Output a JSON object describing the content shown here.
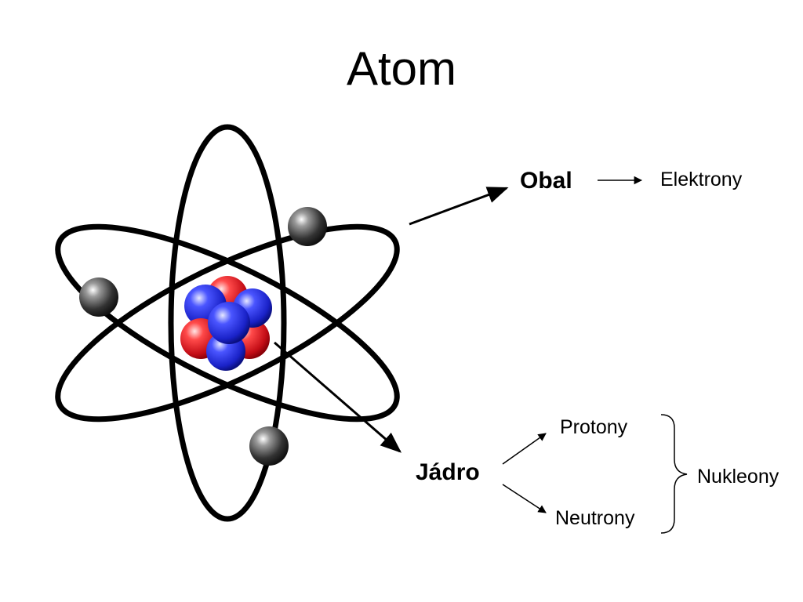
{
  "title": "Atom",
  "labels": {
    "shell": "Obal",
    "electrons": "Elektrony",
    "nucleus": "Jádro",
    "protons": "Protony",
    "neutrons": "Neutrony",
    "nucleons": "Nukleony"
  },
  "colors": {
    "proton": "#e0202a",
    "neutron": "#2630e0",
    "electron": "#333333",
    "orbit": "#000000"
  }
}
